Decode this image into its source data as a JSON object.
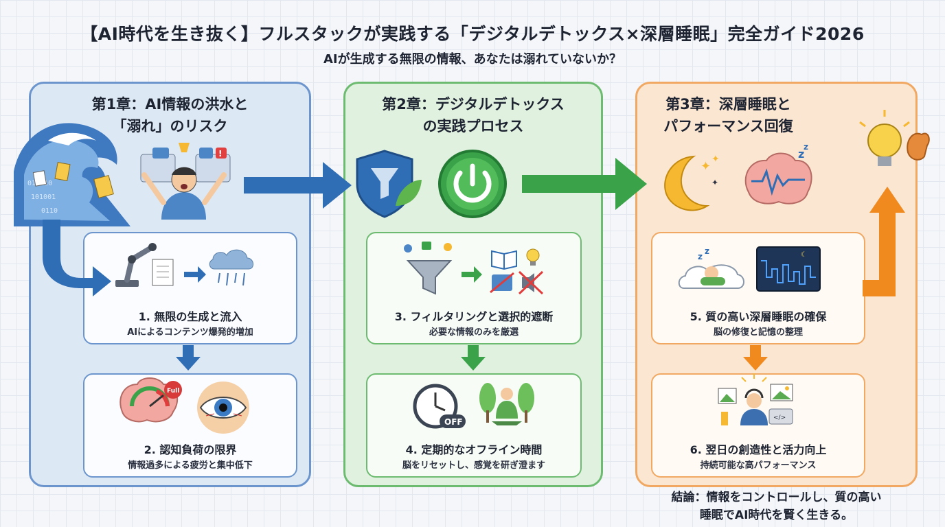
{
  "header": {
    "title": "【AI時代を生き抜く】フルスタックが実践する「デジタルデトックス×深層睡眠」完全ガイド2026",
    "subtitle": "AIが生成する無限の情報、あなたは溺れていないか？"
  },
  "chapters": [
    {
      "title_line1": "第1章：AI情報の洪水と",
      "title_line2": "「溺れ」のリスク",
      "steps": [
        {
          "title": "1. 無限の生成と流入",
          "desc": "AIによるコンテンツ爆発的増加"
        },
        {
          "title": "2. 認知負荷の限界",
          "desc": "情報過多による疲労と集中低下"
        }
      ],
      "icon_label": "Full"
    },
    {
      "title_line1": "第2章：デジタルデトックス",
      "title_line2": "の実践プロセス",
      "steps": [
        {
          "title": "3. フィルタリングと選択的遮断",
          "desc": "必要な情報のみを厳選"
        },
        {
          "title": "4. 定期的なオフライン時間",
          "desc": "脳をリセットし、感覚を研ぎ澄ます"
        }
      ],
      "icon_label": "OFF"
    },
    {
      "title_line1": "第3章：深層睡眠と",
      "title_line2": "パフォーマンス回復",
      "steps": [
        {
          "title": "5. 質の高い深層睡眠の確保",
          "desc": "脳の修復と記憶の整理"
        },
        {
          "title": "6. 翌日の創造性と活力向上",
          "desc": "持続可能な高パフォーマンス"
        }
      ],
      "icon_label": "</>"
    }
  ],
  "conclusion": {
    "line1": "結論：情報をコントロールし、質の高い",
    "line2": "睡眠でAI時代を賢く生きる。"
  },
  "colors": {
    "chapter1": "#6b95cc",
    "chapter2": "#6dbb70",
    "chapter3": "#f0a862",
    "arrow_blue": "#2f6db5",
    "arrow_green": "#3aa34a",
    "arrow_orange": "#f08a1e"
  }
}
